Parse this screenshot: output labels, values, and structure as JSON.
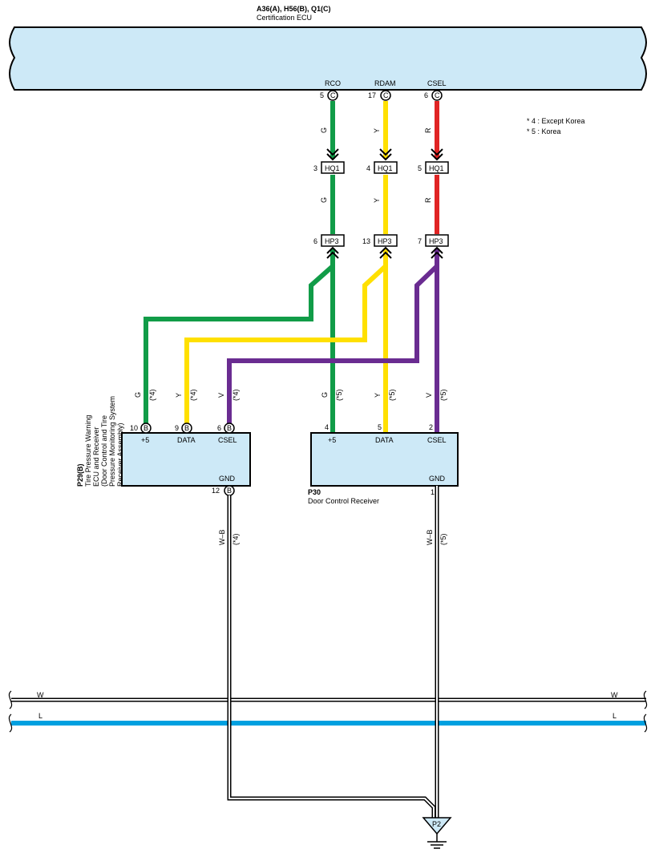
{
  "ecu": {
    "title": "A36(A), H56(B), Q1(C)",
    "name": "Certification ECU",
    "fill": "#cde9f7"
  },
  "pins_top": [
    {
      "label": "RCO",
      "num": "5",
      "conn": "C"
    },
    {
      "label": "RDAM",
      "num": "17",
      "conn": "C"
    },
    {
      "label": "CSEL",
      "num": "6",
      "conn": "C"
    }
  ],
  "legend": [
    "* 4 : Except Korea",
    "* 5 : Korea"
  ],
  "hq1": {
    "name": "HQ1",
    "pins": [
      "3",
      "4",
      "5"
    ]
  },
  "hp3": {
    "name": "HP3",
    "pins": [
      "6",
      "13",
      "7"
    ]
  },
  "wire_codes_top": [
    "G",
    "Y",
    "R"
  ],
  "wire_codes_mid": [
    "G",
    "Y",
    "R"
  ],
  "colors": {
    "G": "#119c48",
    "Y": "#ffe000",
    "R": "#e02424",
    "V": "#6a2c91",
    "L": "#00a0e0",
    "W": "#ffffff",
    "outline": "#000000",
    "box": "#cde9f7"
  },
  "p29": {
    "code": "P29(B)",
    "desc": [
      "Tire Pressure Warning",
      "ECU and Receiver",
      "(Door Control and Tire",
      "Pressure Monitoring System",
      "Receiver Assembly)"
    ],
    "pins": [
      {
        "num": "10",
        "conn": "B",
        "label": "+5",
        "wire": "G",
        "note": "(*4)"
      },
      {
        "num": "9",
        "conn": "B",
        "label": "DATA",
        "wire": "Y",
        "note": "(*4)"
      },
      {
        "num": "6",
        "conn": "B",
        "label": "CSEL",
        "wire": "V",
        "note": "(*4)"
      }
    ],
    "gnd": {
      "num": "12",
      "conn": "B",
      "label": "GND",
      "wire": "W–B",
      "note": "(*4)"
    }
  },
  "p30": {
    "code": "P30",
    "name": "Door Control Receiver",
    "pins": [
      {
        "num": "4",
        "label": "+5",
        "wire": "G",
        "note": "(*5)"
      },
      {
        "num": "5",
        "label": "DATA",
        "wire": "Y",
        "note": "(*5)"
      },
      {
        "num": "2",
        "label": "CSEL",
        "wire": "V",
        "note": "(*5)"
      }
    ],
    "gnd": {
      "num": "1",
      "label": "GND",
      "wire": "W–B",
      "note": "(*5)"
    }
  },
  "bus": {
    "w_label": "W",
    "l_label": "L"
  },
  "ground": {
    "name": "P2"
  }
}
